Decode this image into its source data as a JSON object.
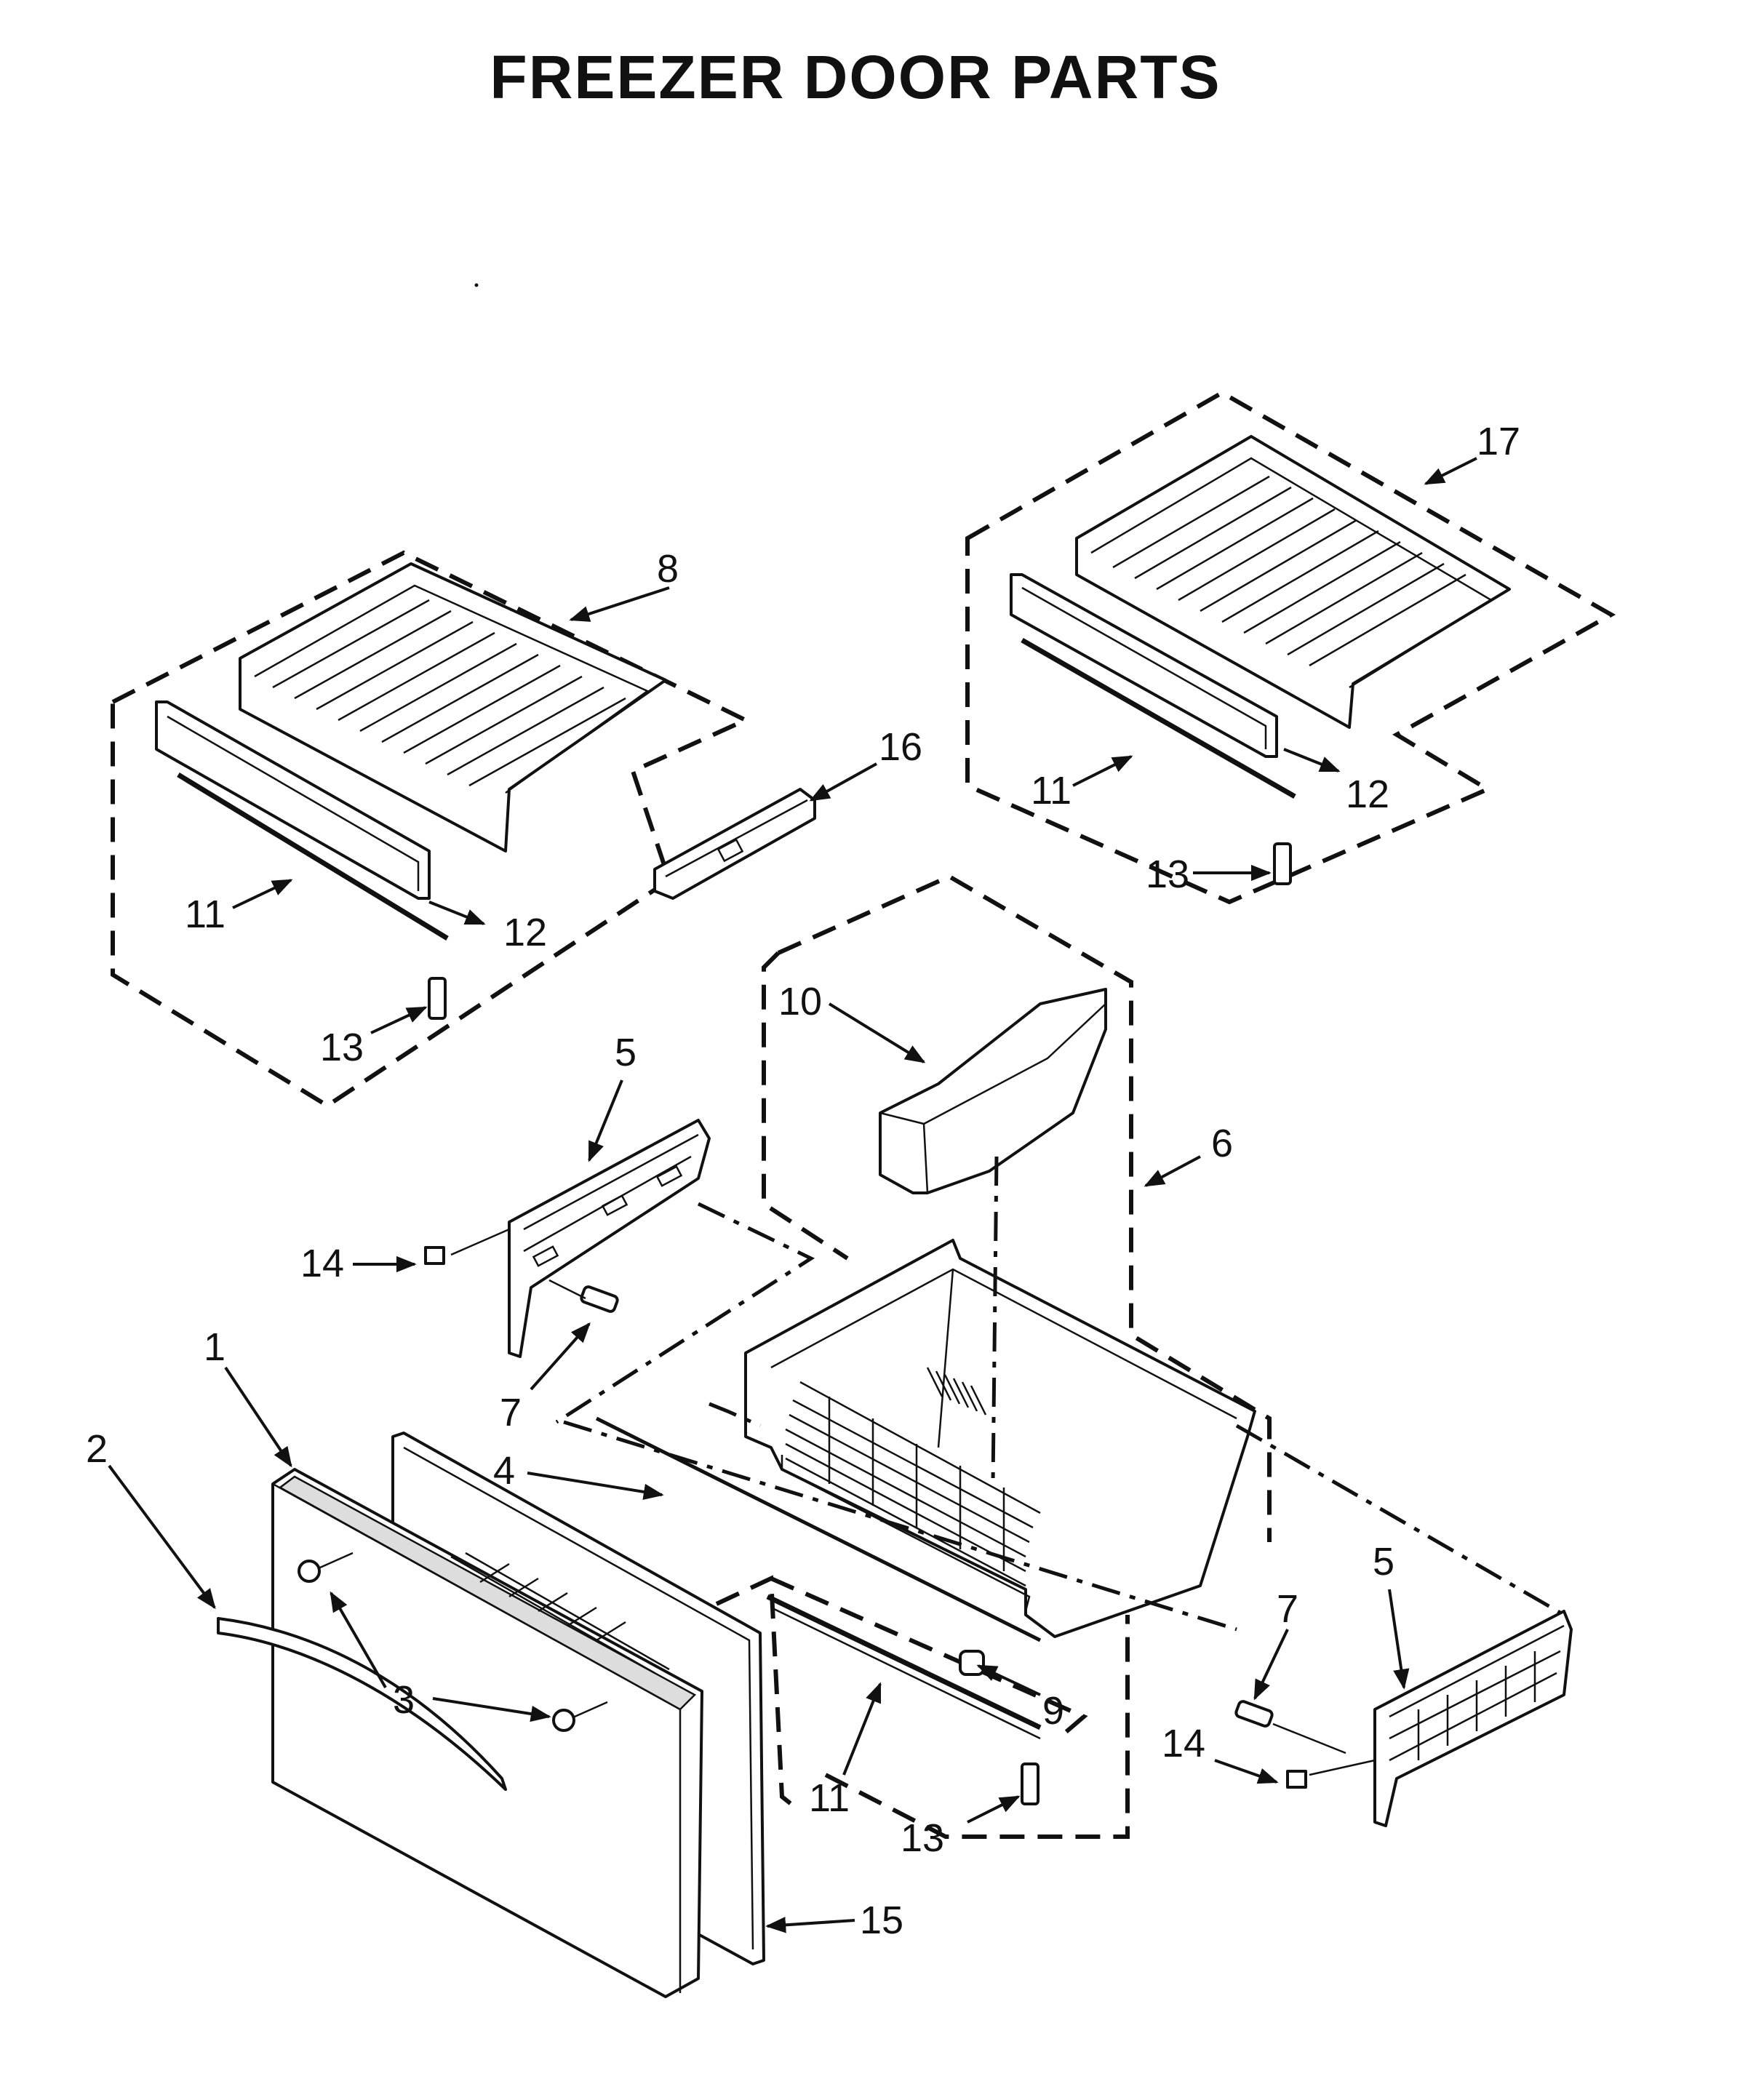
{
  "title": "FREEZER DOOR PARTS",
  "callouts": [
    {
      "id": "c1",
      "label": "1"
    },
    {
      "id": "c2",
      "label": "2"
    },
    {
      "id": "c3",
      "label": "3"
    },
    {
      "id": "c4",
      "label": "4"
    },
    {
      "id": "c5a",
      "label": "5"
    },
    {
      "id": "c5b",
      "label": "5"
    },
    {
      "id": "c6",
      "label": "6"
    },
    {
      "id": "c7a",
      "label": "7"
    },
    {
      "id": "c7b",
      "label": "7"
    },
    {
      "id": "c8",
      "label": "8"
    },
    {
      "id": "c9",
      "label": "9"
    },
    {
      "id": "c10",
      "label": "10"
    },
    {
      "id": "c11a",
      "label": "11"
    },
    {
      "id": "c11b",
      "label": "11"
    },
    {
      "id": "c11c",
      "label": "11"
    },
    {
      "id": "c12a",
      "label": "12"
    },
    {
      "id": "c12b",
      "label": "12"
    },
    {
      "id": "c13a",
      "label": "13"
    },
    {
      "id": "c13b",
      "label": "13"
    },
    {
      "id": "c13c",
      "label": "13"
    },
    {
      "id": "c14a",
      "label": "14"
    },
    {
      "id": "c14b",
      "label": "14"
    },
    {
      "id": "c15",
      "label": "15"
    },
    {
      "id": "c16",
      "label": "16"
    },
    {
      "id": "c17",
      "label": "17"
    }
  ]
}
